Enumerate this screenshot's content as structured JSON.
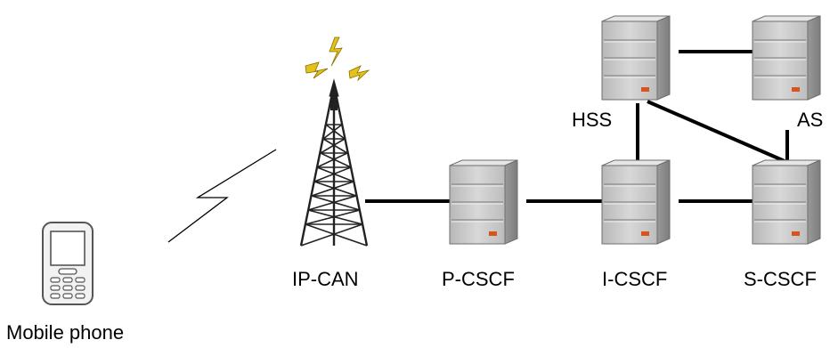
{
  "nodes": {
    "mobile_phone": "Mobile phone",
    "ip_can": "IP-CAN",
    "p_cscf": "P-CSCF",
    "i_cscf": "I-CSCF",
    "s_cscf": "S-CSCF",
    "hss": "HSS",
    "as": "AS"
  },
  "colors": {
    "server_front": "#c9c9c9",
    "server_side": "#8e8e8e",
    "server_top": "#e3e3e3",
    "server_led": "#d9531e",
    "tower": "#222222",
    "signal": "#e5c21a",
    "link": "#000000"
  }
}
